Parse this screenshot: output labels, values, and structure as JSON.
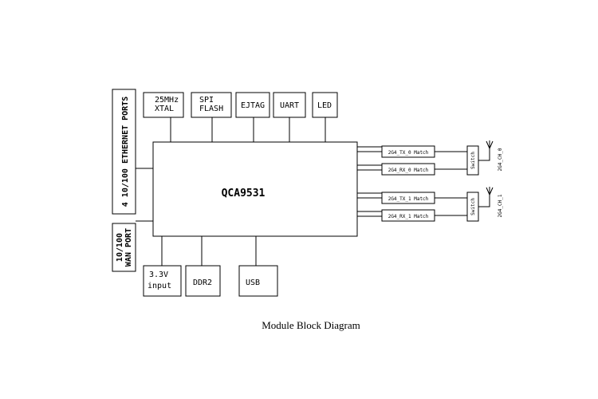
{
  "diagram": {
    "caption": "Module Block Diagram",
    "chip": "QCA9531",
    "top_blocks": [
      {
        "id": "xtal",
        "lines": [
          "25MHz",
          "XTAL"
        ]
      },
      {
        "id": "spi-flash",
        "lines": [
          "SPI",
          "FLASH"
        ]
      },
      {
        "id": "ejtag",
        "lines": [
          "EJTAG"
        ]
      },
      {
        "id": "uart",
        "lines": [
          "UART"
        ]
      },
      {
        "id": "led",
        "lines": [
          "LED"
        ]
      }
    ],
    "bottom_blocks": [
      {
        "id": "power-input",
        "lines": [
          "3.3V",
          "input"
        ]
      },
      {
        "id": "ddr2",
        "lines": [
          "DDR2"
        ]
      },
      {
        "id": "usb",
        "lines": [
          "USB"
        ]
      }
    ],
    "left_ports": {
      "ethernet": "4 10/100 ETHERNET PORTS",
      "wan": [
        "10/100",
        "WAN PORT"
      ]
    },
    "rf_chain": [
      {
        "tx": "2G4_TX_0 Match",
        "rx": "2G4_RX_0 Match",
        "switch": "Switch",
        "antenna": "2G4_CH_0"
      },
      {
        "tx": "2G4_TX_1 Match",
        "rx": "2G4_RX_1 Match",
        "switch": "Switch",
        "antenna": "2G4_CH_1"
      }
    ]
  }
}
